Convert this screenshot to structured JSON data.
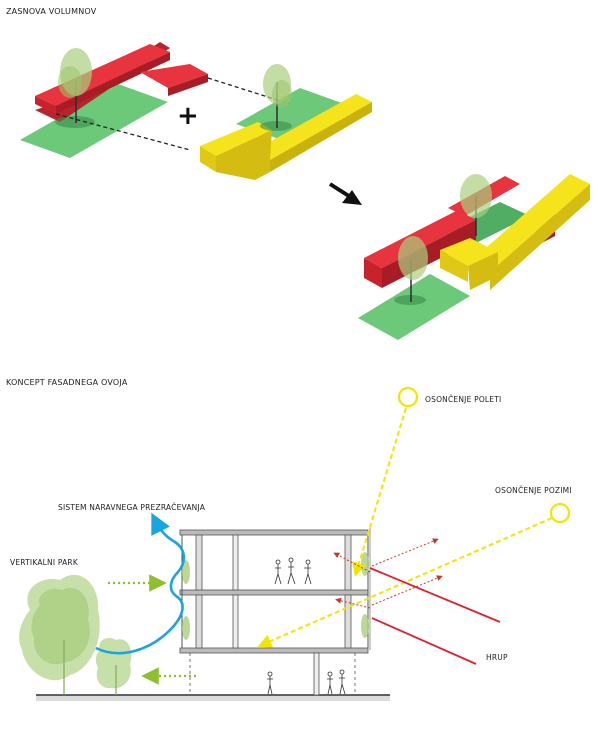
{
  "sections": {
    "massing_title": "ZASNOVA VOLUMNOV",
    "facade_title": "KONCEPT FASADNEGA OVOJA"
  },
  "operators": {
    "plus": "+"
  },
  "labels": {
    "summer_sun": "OSONČENJE POLETI",
    "winter_sun": "OSONČENJE POZIMI",
    "ventilation": "SISTEM NARAVNEGA PREZRAČEVANJA",
    "vertical_park": "VERTIKALNI PARK",
    "noise": "HRUP"
  },
  "colors": {
    "red_volume": "#e8343f",
    "yellow_volume": "#f5e31b",
    "green_ground": "#5dc36b",
    "tree": "#a9cf7d",
    "sun": "#f2e600",
    "air_flow": "#1aa4e0",
    "noise": "#e0202c",
    "green_arrow": "#8fbf2f",
    "structure": "#555555"
  },
  "icons": [
    "plus-icon",
    "arrow-icon",
    "sun-icon",
    "tree-icon",
    "person-icon"
  ]
}
